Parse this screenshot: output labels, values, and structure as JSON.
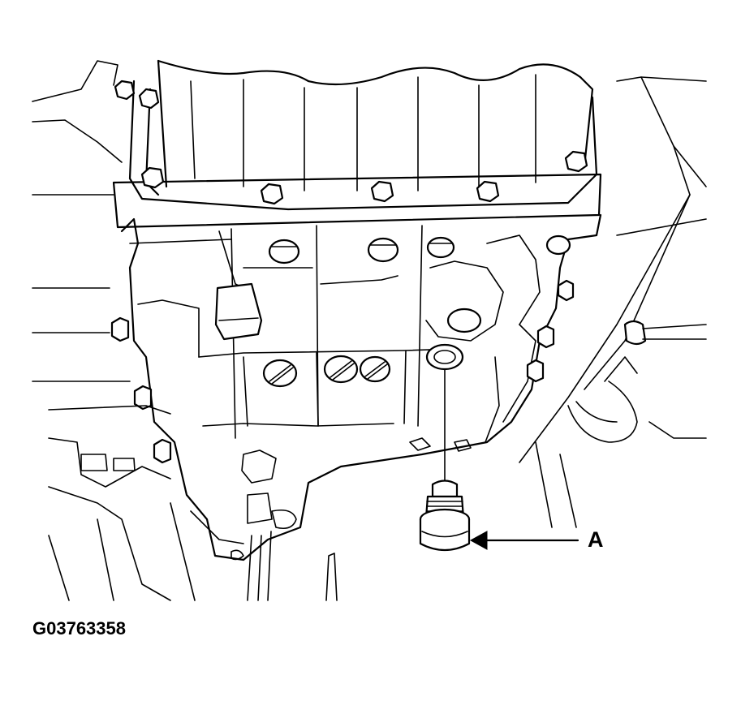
{
  "diagram": {
    "callout": {
      "label": "A",
      "points_to": "drain-plug"
    },
    "figure_id": "G03763358"
  }
}
